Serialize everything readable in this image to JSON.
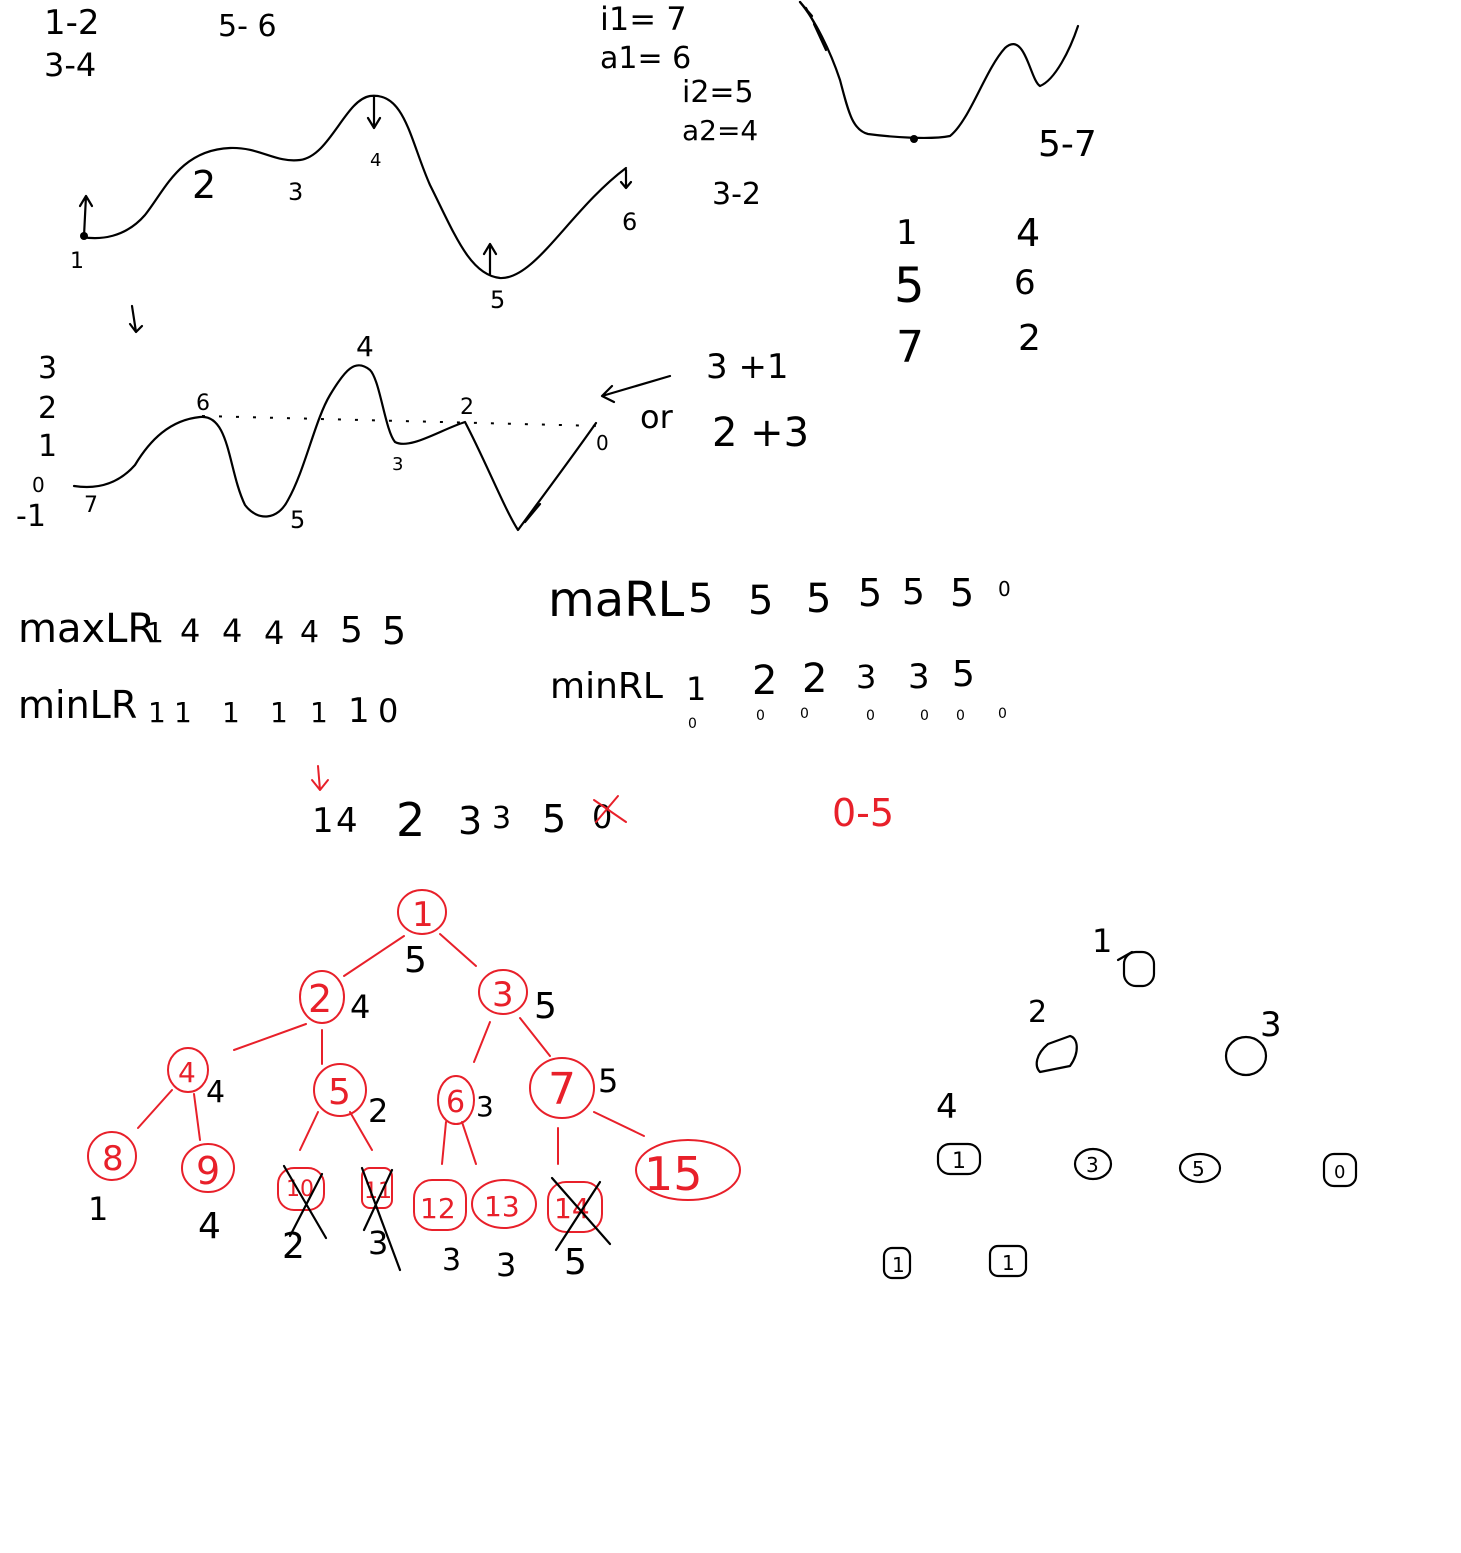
{
  "background": "#ffffff",
  "ink": "#000000",
  "accent_red": "#e8202a",
  "corner_notes": {
    "a": "1-2",
    "b": "5- 6",
    "c": "3-4"
  },
  "top_right_notes": {
    "i1": "i1= 7",
    "a1": "a1= 6",
    "i2": "i2=5",
    "a2": "a2=4",
    "pair_32": "3-2",
    "pair_57": "5-7"
  },
  "curve1_labels": [
    "1",
    "2",
    "3",
    "4",
    "5",
    "6"
  ],
  "curve2_labels": {
    "peak_6": "6",
    "peak_4": "4",
    "peak_2": "2",
    "valley_7": "7",
    "valley_5": "5",
    "valley_3": "3",
    "end_0": "0"
  },
  "y_scale": [
    "3",
    "2",
    "1",
    "0",
    "-1"
  ],
  "sums": {
    "first": "3 +1",
    "or": "or",
    "second": "2 +3"
  },
  "pairs_grid": [
    [
      "1",
      "4"
    ],
    [
      "5",
      "6"
    ],
    [
      "7",
      "2"
    ]
  ],
  "max_lr": {
    "label": "maxLR",
    "values": [
      "1",
      "4",
      "4",
      "4",
      "4",
      "5",
      "5"
    ]
  },
  "min_lr": {
    "label": "minLR",
    "values": [
      "1",
      "1",
      "1",
      "1",
      "1",
      "1",
      "0"
    ]
  },
  "max_rl": {
    "label": "maRL",
    "values": [
      "5",
      "5",
      "5",
      "5",
      "5",
      "5",
      "0"
    ]
  },
  "min_rl": {
    "label": "minRL",
    "values": [
      "1",
      "2",
      "2",
      "3",
      "3",
      "5"
    ],
    "subscripts": [
      "0",
      "0",
      "0",
      "0",
      "0",
      "0",
      "0"
    ]
  },
  "result_row": {
    "values": [
      "1",
      "4",
      "2",
      "3",
      "3",
      "5"
    ],
    "crossed": "0"
  },
  "range_note": "0-5",
  "tree": {
    "nodes": [
      {
        "id": "1",
        "value": "5"
      },
      {
        "id": "2",
        "value": "4"
      },
      {
        "id": "3",
        "value": "5"
      },
      {
        "id": "4",
        "value": "4"
      },
      {
        "id": "5",
        "value": "2"
      },
      {
        "id": "6",
        "value": "3"
      },
      {
        "id": "7",
        "value": "5"
      },
      {
        "id": "8",
        "value": "1"
      },
      {
        "id": "9",
        "value": "4"
      },
      {
        "id": "10",
        "value": "2"
      },
      {
        "id": "11",
        "value": "3"
      },
      {
        "id": "12",
        "value": "3"
      },
      {
        "id": "13",
        "value": "3"
      },
      {
        "id": "14",
        "value": "5"
      },
      {
        "id": "15",
        "value": ""
      }
    ]
  },
  "small_tree": {
    "root": "1",
    "left": "2",
    "right": "3",
    "level3_label": "4",
    "leaves": [
      "1",
      "3",
      "5",
      "0"
    ],
    "bottom": [
      "1",
      "1"
    ]
  }
}
